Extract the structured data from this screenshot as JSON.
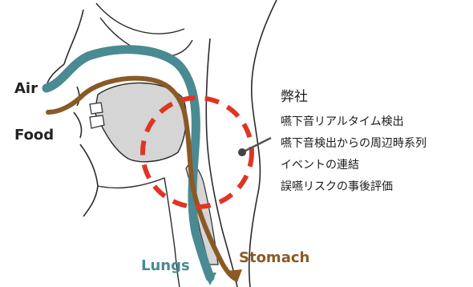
{
  "labels": {
    "air": "Air",
    "food": "Food",
    "lungs": "Lungs",
    "stomach": "Stomach"
  },
  "annotation": {
    "title": "弊社",
    "items": [
      "嚥下音リアルタイム検出",
      "嚥下音検出からの周辺時系列",
      "イベントの連結",
      "誤嚥リスクの事後評価"
    ]
  },
  "colors": {
    "air": "#4a8a93",
    "food": "#8a5a25",
    "highlight": "#e03524",
    "outline": "#2b2b2b",
    "tissue": "#d5d5d5",
    "label_text": "#222222"
  }
}
